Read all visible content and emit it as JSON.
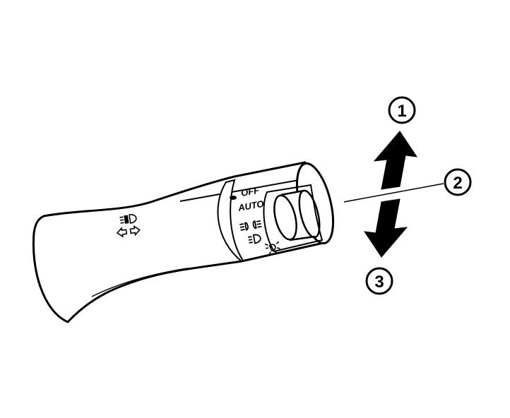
{
  "diagram": {
    "switch_positions": {
      "off": "OFF",
      "auto": "AUTO"
    },
    "callouts": [
      {
        "id": "1",
        "text": "1"
      },
      {
        "id": "2",
        "text": "2"
      },
      {
        "id": "3",
        "text": "3"
      }
    ],
    "icons": [
      "parking-lamp-icon",
      "fog-lamp-icon",
      "headlamp-icon",
      "high-beam-icon",
      "turn-signal-arrows-icon",
      "front-fog-lamp-icon"
    ],
    "colors": {
      "line": "#000000",
      "background": "#ffffff"
    }
  }
}
